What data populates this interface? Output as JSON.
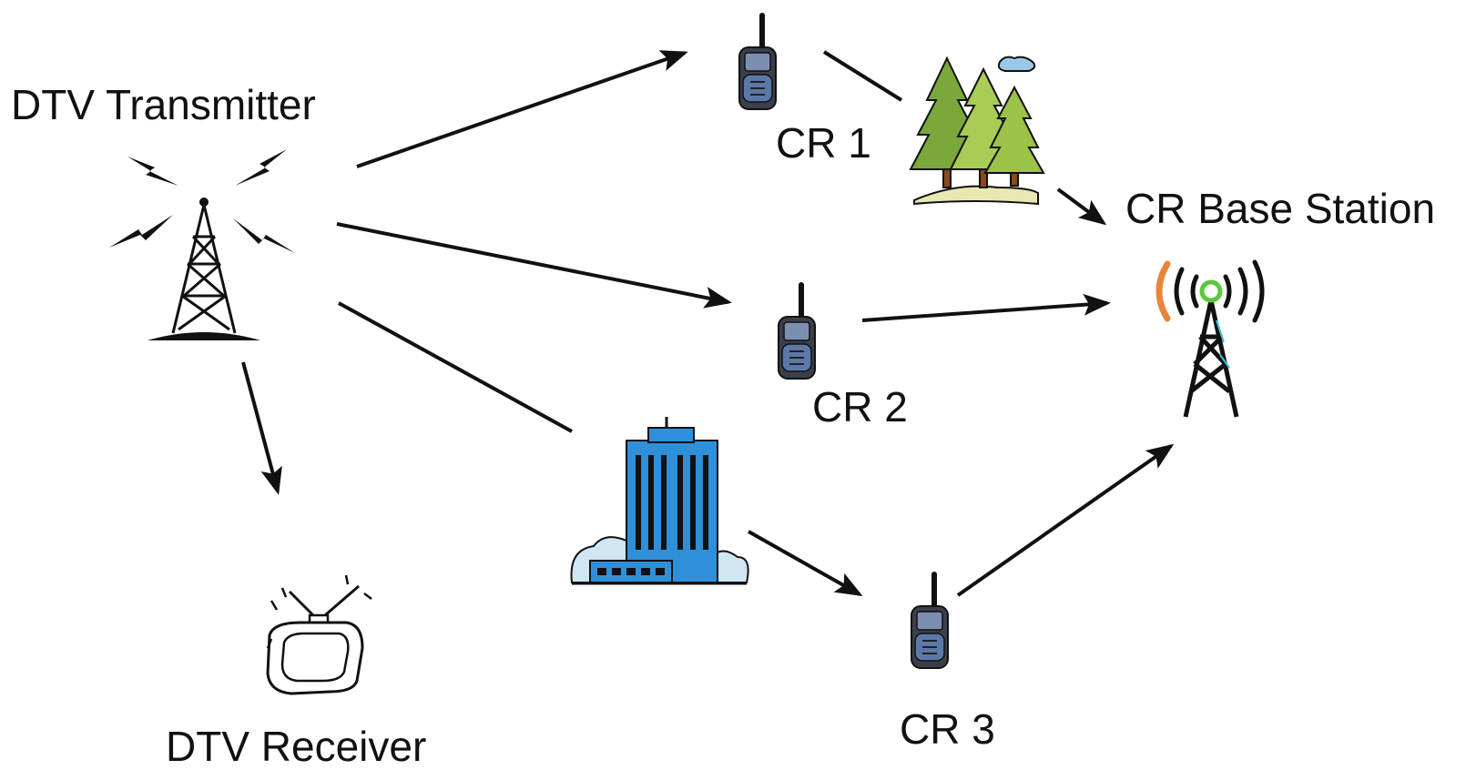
{
  "labels": {
    "transmitter": "DTV Transmitter",
    "receiver": "DTV Receiver",
    "cr1": "CR 1",
    "cr2": "CR 2",
    "cr3": "CR 3",
    "base_station": "CR Base Station"
  },
  "nodes": [
    {
      "id": "transmitter",
      "icon": "broadcast-tower-icon"
    },
    {
      "id": "receiver",
      "icon": "television-icon"
    },
    {
      "id": "cr1",
      "icon": "walkie-talkie-icon"
    },
    {
      "id": "cr2",
      "icon": "walkie-talkie-icon"
    },
    {
      "id": "cr3",
      "icon": "walkie-talkie-icon"
    },
    {
      "id": "base_station",
      "icon": "cell-tower-icon"
    },
    {
      "id": "forest",
      "icon": "forest-icon"
    },
    {
      "id": "building",
      "icon": "office-building-icon"
    }
  ],
  "links": [
    {
      "from": "transmitter",
      "to": "cr1",
      "arrow": true
    },
    {
      "from": "transmitter",
      "to": "cr2",
      "arrow": true
    },
    {
      "from": "transmitter",
      "to": "building",
      "arrow": false
    },
    {
      "from": "transmitter",
      "to": "receiver",
      "arrow": true
    },
    {
      "from": "cr1",
      "to": "forest",
      "arrow": false
    },
    {
      "from": "forest",
      "to": "base_station",
      "arrow": true
    },
    {
      "from": "cr2",
      "to": "base_station",
      "arrow": true
    },
    {
      "from": "building",
      "to": "cr3",
      "arrow": true
    },
    {
      "from": "cr3",
      "to": "base_station",
      "arrow": true
    }
  ],
  "colors": {
    "ink": "#111111",
    "building": "#2f8fd8",
    "cloud": "#cfe6f3",
    "tree": "#7fb23a",
    "trunk": "#8a4a1c",
    "ground": "#e8e8b0",
    "radio_body": "#3a3f4a",
    "radio_face": "#5b78a8",
    "signal_orange": "#e8853a",
    "signal_green": "#5cc83c",
    "tower_cyan": "#3fc0d8"
  }
}
